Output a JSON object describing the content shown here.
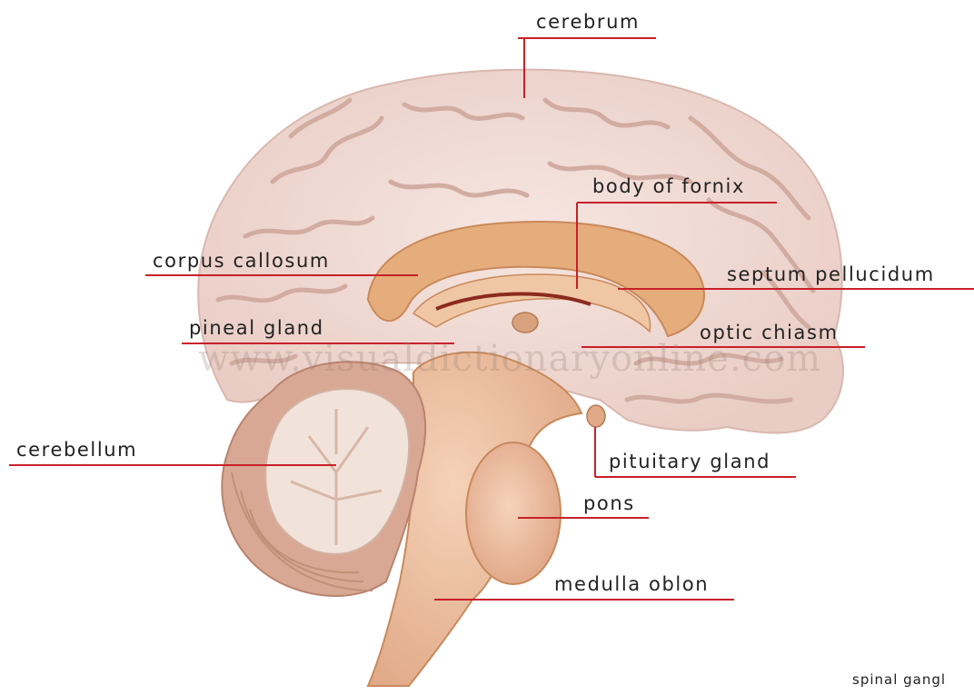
{
  "labels": {
    "cerebrum": "cerebrum",
    "body_of_fornix": "body of fornix",
    "corpus_callosum": "corpus callosum",
    "septum_pellucidum": "septum pellucidum",
    "pineal_gland": "pineal gland",
    "optic_chiasm": "optic chiasm",
    "cerebellum": "cerebellum",
    "pituitary_gland": "pituitary gland",
    "pons": "pons",
    "medulla_oblongata": "medulla oblon",
    "spinal_ganglion": "spinal gangl"
  },
  "watermark": "www.visualdictionaryonline.com",
  "colors": {
    "leader_line": "#c8202a",
    "cerebrum": "#f2dcd6",
    "cerebrum_shadow": "#d9b8ae",
    "corpus_callosum": "#e6ad7c",
    "brainstem": "#eec0a0",
    "cerebellum": "#d8a894",
    "label_text": "#222222"
  }
}
